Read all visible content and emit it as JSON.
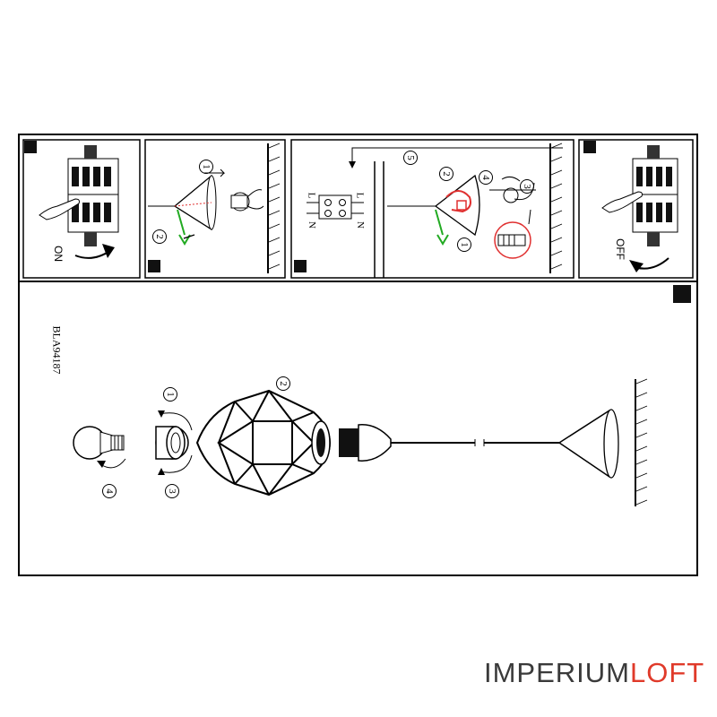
{
  "document": {
    "model_code": "BLA94187",
    "panels": {
      "switch_on_label": "ON",
      "switch_off_label": "OFF",
      "terminal_L_top": "L",
      "terminal_N_top": "N",
      "terminal_L_bottom": "L",
      "terminal_N_bottom": "N"
    },
    "step_numbers": {
      "wiring_1": "1",
      "wiring_2": "2",
      "mount_1": "1",
      "mount_2": "2",
      "mount_3": "3",
      "mount_4": "4",
      "mount_5": "5",
      "assembly_1": "1",
      "assembly_2": "2",
      "assembly_3": "3",
      "assembly_4": "4"
    }
  },
  "footer": {
    "brand_main": "IMPERIUM",
    "brand_accent": "LOFT"
  },
  "colors": {
    "accent": "#e03a2a",
    "earth_wire": "#22aa22",
    "highlight_red": "#e03030"
  }
}
